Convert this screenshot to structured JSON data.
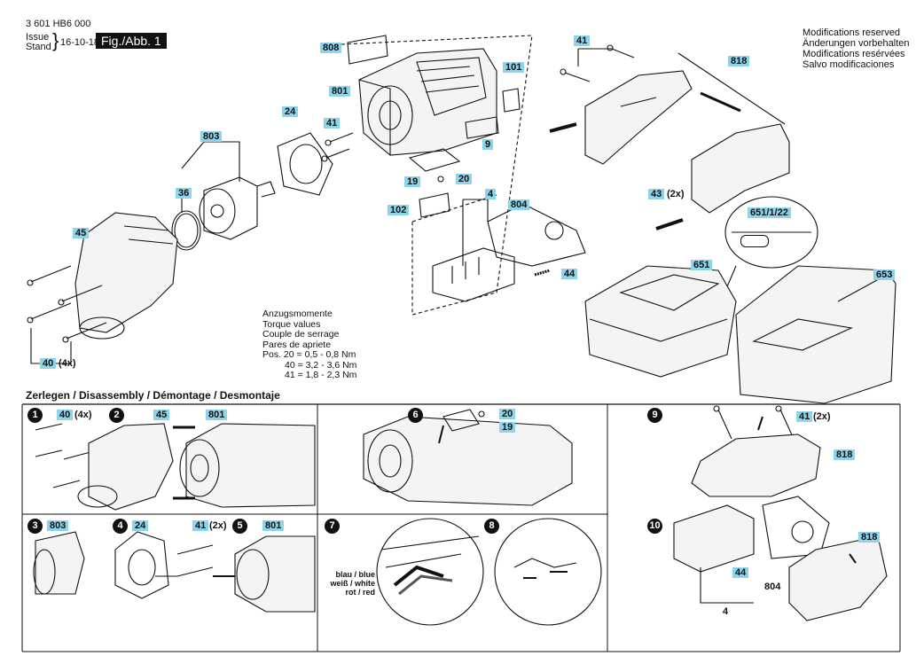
{
  "header": {
    "part_number": "3 601 HB6 000",
    "issue_label": "Issue",
    "stand_label": "Stand",
    "date": "16-10-18",
    "figure": "Fig./Abb. 1"
  },
  "modifications": [
    "Modifications reserved",
    "Änderungen vorbehalten",
    "Modifications resérvées",
    "Salvo modificaciones"
  ],
  "torque": {
    "lines": [
      "Anzugsmomente",
      "Torque values",
      "Couple de serrage",
      "Pares de apriete"
    ],
    "rows": [
      "Pos.  20 = 0,5 - 0,8 Nm",
      "40 = 3,2 - 3,6 Nm",
      "41 = 1,8 - 2,3 Nm"
    ]
  },
  "callouts": {
    "c808": "808",
    "c801": "801",
    "c41": "41",
    "c24": "24",
    "c803": "803",
    "c36": "36",
    "c45": "45",
    "c40": "40",
    "c40q": "(4x)",
    "c101": "101",
    "c9": "9",
    "c19": "19",
    "c20": "20",
    "c102": "102",
    "c4": "4",
    "c804": "804",
    "c44": "44",
    "c41top": "41",
    "c818": "818",
    "c43": "43",
    "c43q": "(2x)",
    "c651_1_22": "651/1/22",
    "c651": "651",
    "c653": "653"
  },
  "disassembly": {
    "title": "Zerlegen / Disassembly / Démontage / Desmontaje",
    "steps": [
      "1",
      "2",
      "3",
      "4",
      "5",
      "6",
      "7",
      "8",
      "9",
      "10"
    ],
    "s1_40": "40",
    "s1_q": "(4x)",
    "s2_45": "45",
    "s2_801": "801",
    "s3_803": "803",
    "s4_24": "24",
    "s4_41": "41",
    "s4_q": "(2x)",
    "s5_801": "801",
    "s6_20": "20",
    "s6_19": "19",
    "wires": [
      "blau / blue",
      "weiß / white",
      "rot / red"
    ],
    "s9_41": "41",
    "s9_q": "(2x)",
    "s9_818": "818",
    "s10_818": "818",
    "s10_44": "44",
    "s10_804": "804",
    "s10_4": "4"
  }
}
